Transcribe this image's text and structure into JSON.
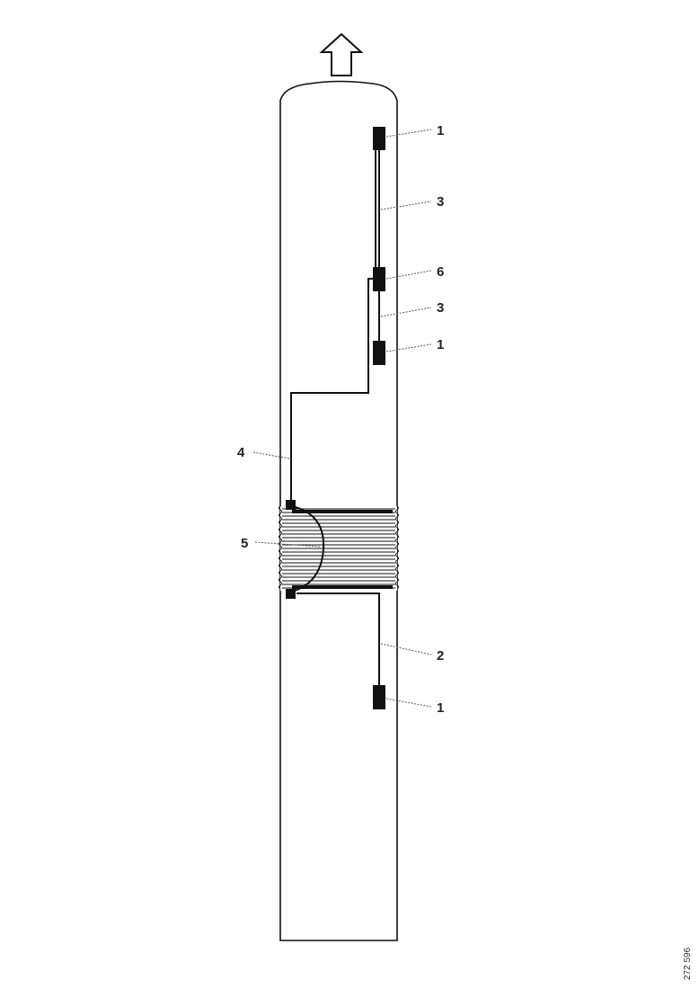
{
  "callouts": [
    {
      "id": "c1",
      "text": "1"
    },
    {
      "id": "c2",
      "text": "3"
    },
    {
      "id": "c3",
      "text": "6"
    },
    {
      "id": "c4",
      "text": "3"
    },
    {
      "id": "c5",
      "text": "1"
    },
    {
      "id": "c6",
      "text": "4"
    },
    {
      "id": "c7",
      "text": "5"
    },
    {
      "id": "c8",
      "text": "2"
    },
    {
      "id": "c9",
      "text": "1"
    }
  ],
  "figure_code": "272 596",
  "colors": {
    "line": "#111111",
    "leader": "#555555",
    "background": "#ffffff"
  }
}
